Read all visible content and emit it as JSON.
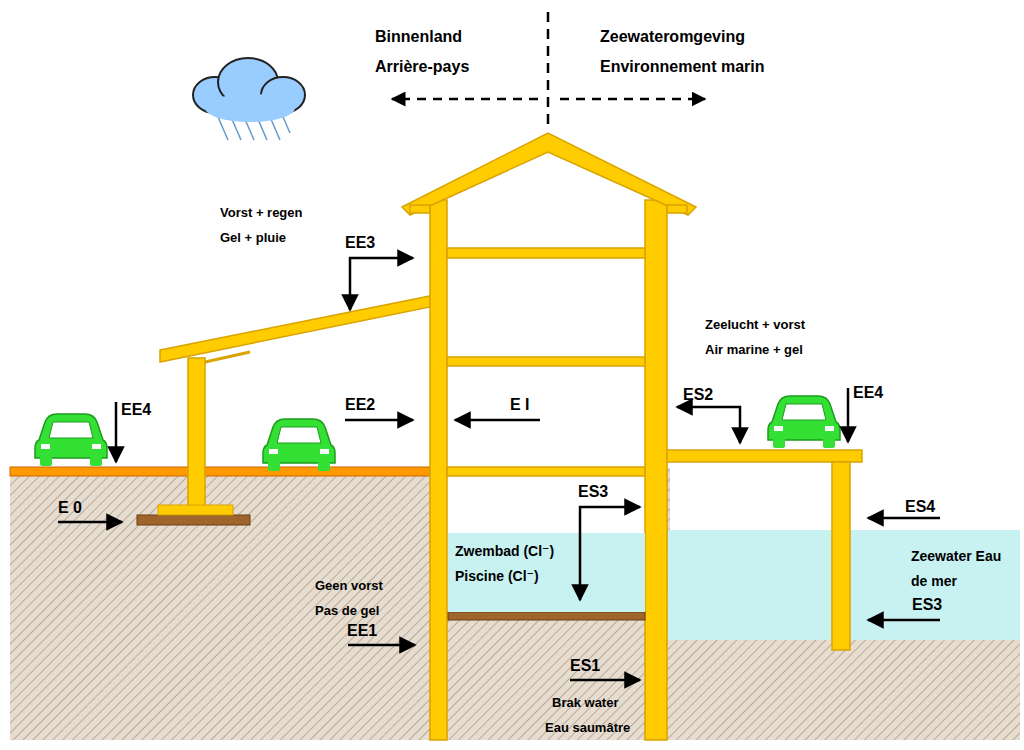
{
  "diagram": {
    "nodes": [
      {
        "text": [
          "Zwembad (Cl⁻) Piscine (Cl⁻)"
        ]
      },
      {
        "text": [
          "Zeewater Eau de mer"
        ]
      }
    ],
    "labels": [
      "Binnenland",
      "Arrière-pays",
      "Zeewateromgeving",
      "Environnement marin",
      "Vorst + regen",
      "Gel + pluie",
      "EE3",
      "Zeelucht + vorst",
      "Air marine + gel",
      "ES2",
      "EE4",
      "EE4",
      "EE2",
      "E I",
      "E 0",
      "ES3",
      "ES4",
      "Geen vorst",
      "Pas de gel",
      "EE1",
      "ES1",
      "Brak water",
      "Eau saumâtre",
      "ES3"
    ]
  }
}
